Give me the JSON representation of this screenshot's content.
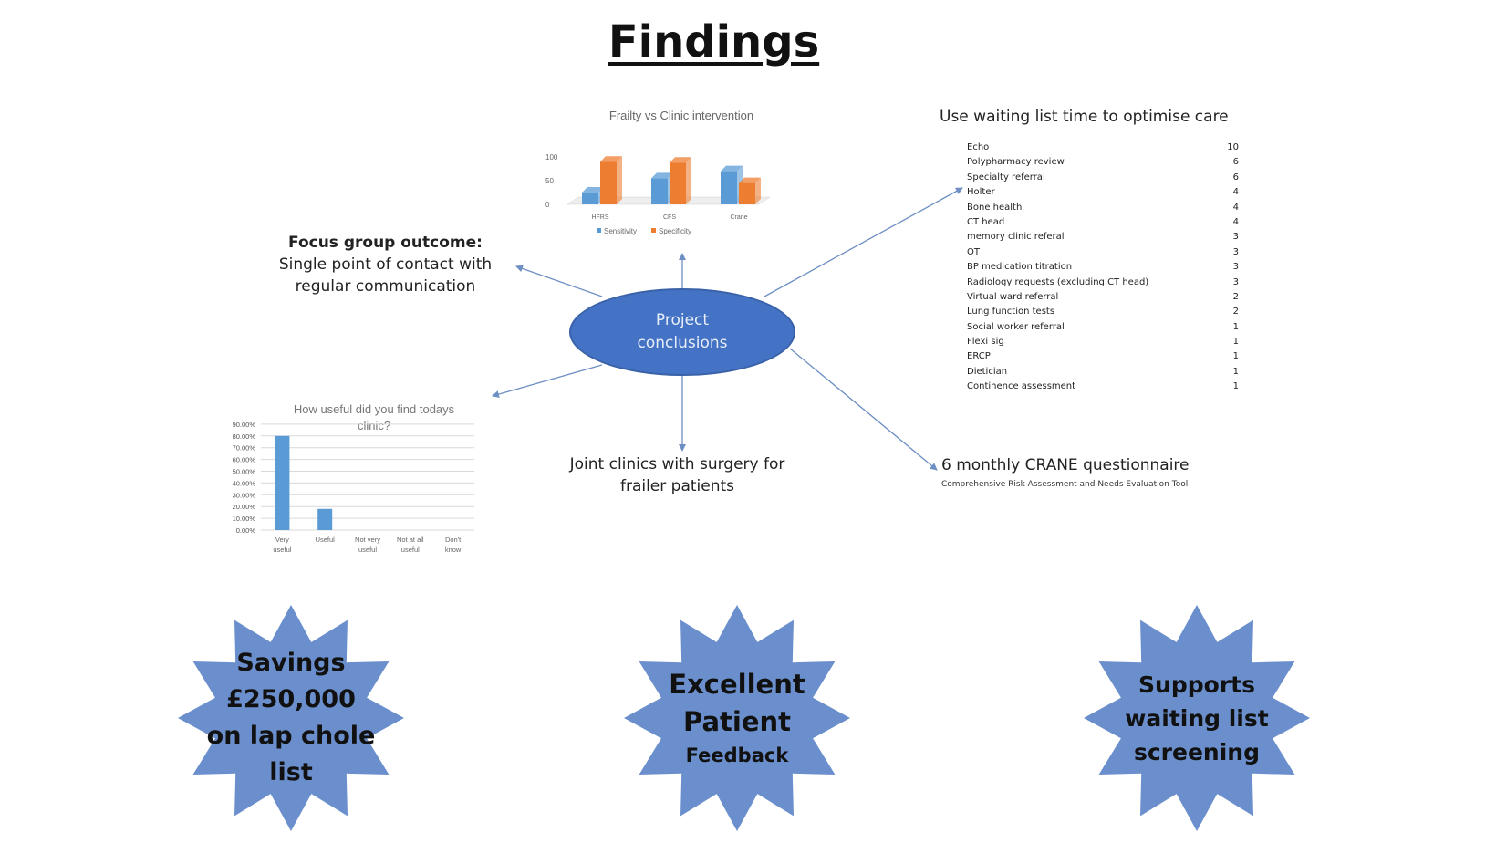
{
  "title": "Findings",
  "center_node": {
    "label": "Project conclusions"
  },
  "focus_group": {
    "heading": "Focus group outcome:",
    "line1": "Single point of contact with",
    "line2": "regular communication"
  },
  "joint_clinics": {
    "line1": "Joint clinics with surgery for",
    "line2": "frailer patients"
  },
  "crane": {
    "title": "6 monthly CRANE questionnaire",
    "subtitle": "Comprehensive Risk Assessment and Needs Evaluation Tool"
  },
  "waiting_list": {
    "title": "Use waiting list time to optimise care",
    "items": [
      {
        "name": "Echo",
        "count": "10"
      },
      {
        "name": "Polypharmacy review",
        "count": "6"
      },
      {
        "name": "Specialty referral",
        "count": "6"
      },
      {
        "name": "Holter",
        "count": "4"
      },
      {
        "name": "Bone health",
        "count": "4"
      },
      {
        "name": "CT head",
        "count": "4"
      },
      {
        "name": "memory clinic referal",
        "count": "3"
      },
      {
        "name": "OT",
        "count": "3"
      },
      {
        "name": "BP medication titration",
        "count": "3"
      },
      {
        "name": "Radiology requests (excluding CT head)",
        "count": "3"
      },
      {
        "name": "Virtual ward referral",
        "count": "2"
      },
      {
        "name": "Lung function tests",
        "count": "2"
      },
      {
        "name": "Social worker referral",
        "count": "1"
      },
      {
        "name": "Flexi sig",
        "count": "1"
      },
      {
        "name": "ERCP",
        "count": "1"
      },
      {
        "name": "Dietician",
        "count": "1"
      },
      {
        "name": "Continence assessment",
        "count": "1"
      }
    ]
  },
  "stars": {
    "savings": {
      "l1": "Savings",
      "l2": "£250,000",
      "l3": "on lap chole",
      "l4": "list"
    },
    "feedback": {
      "l1": "Excellent",
      "l2": "Patient",
      "l3": "Feedback"
    },
    "screening": {
      "l1": "Supports",
      "l2": "waiting list",
      "l3": "screening"
    }
  },
  "colors": {
    "node": "#4472c4",
    "star": "#6a8fcc",
    "sensitivity": "#5b9bd5",
    "specificity": "#ed7d31",
    "connector": "#6d8fc4"
  },
  "chart_data": [
    {
      "type": "bar",
      "title": "Frailty vs Clinic intervention",
      "categories": [
        "HFRS",
        "CFS",
        "Crane"
      ],
      "series": [
        {
          "name": "Sensitivity",
          "values": [
            25,
            55,
            70
          ]
        },
        {
          "name": "Specificity",
          "values": [
            90,
            88,
            45
          ]
        }
      ],
      "ylim": [
        0,
        100
      ],
      "yticks": [
        "100",
        "50",
        "0"
      ],
      "legend": "bottom",
      "style": "3d"
    },
    {
      "type": "bar",
      "title": "How useful did you find todays clinic?",
      "categories": [
        "Very useful",
        "Useful",
        "Not very useful",
        "Not at all useful",
        "Don't know"
      ],
      "values": [
        0.8,
        0.18,
        0,
        0,
        0
      ],
      "ylim": [
        0,
        0.9
      ],
      "yticks": [
        "90.00%",
        "80.00%",
        "70.00%",
        "60.00%",
        "50.00%",
        "40.00%",
        "30.00%",
        "20.00%",
        "10.00%",
        "0.00%"
      ],
      "grid": true
    }
  ]
}
